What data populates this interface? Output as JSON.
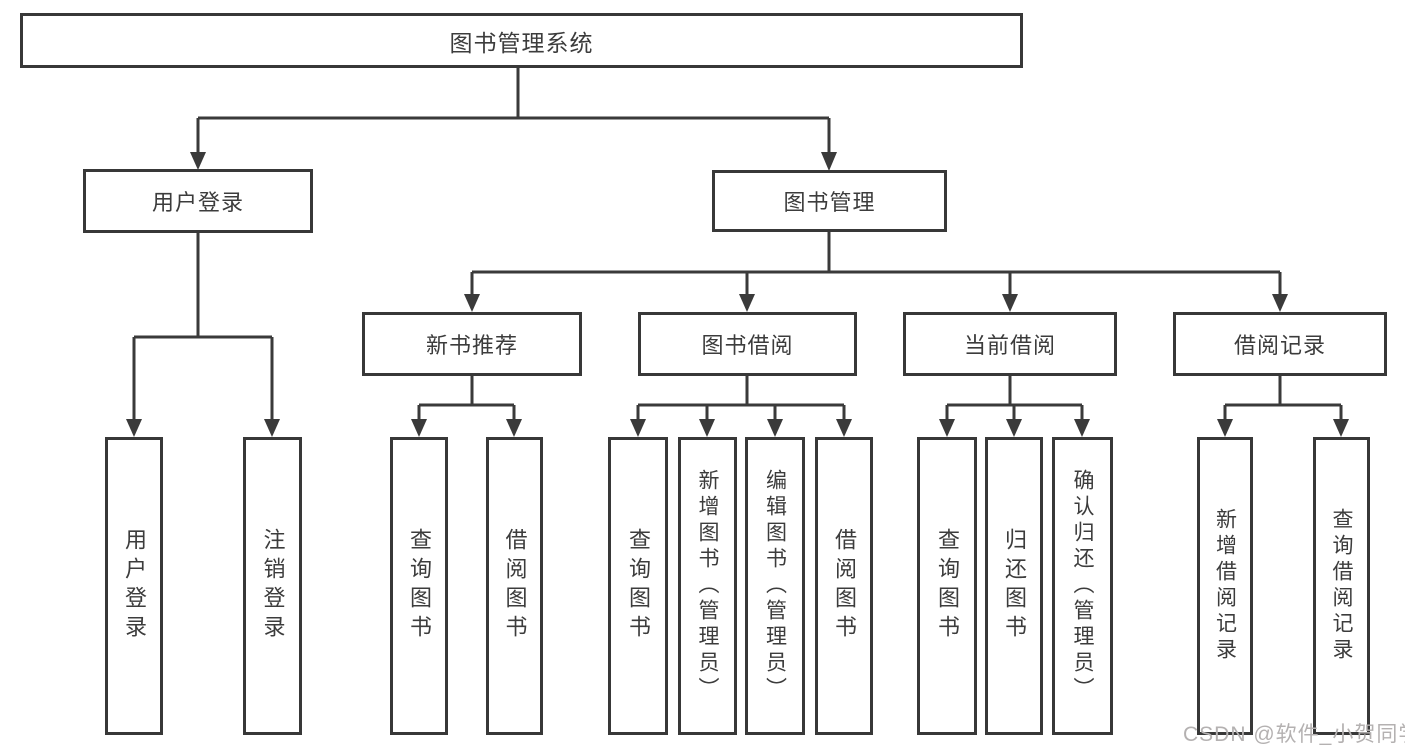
{
  "diagram": {
    "type": "hierarchy-tree",
    "title": "图书管理系统",
    "tree": {
      "label": "图书管理系统",
      "children": [
        {
          "label": "用户登录",
          "children": [
            {
              "label": "用户登录"
            },
            {
              "label": "注销登录"
            }
          ]
        },
        {
          "label": "图书管理",
          "children": [
            {
              "label": "新书推荐",
              "children": [
                {
                  "label": "查询图书"
                },
                {
                  "label": "借阅图书"
                }
              ]
            },
            {
              "label": "图书借阅",
              "children": [
                {
                  "label": "查询图书"
                },
                {
                  "label": "新增图书（管理员）"
                },
                {
                  "label": "编辑图书（管理员）"
                },
                {
                  "label": "借阅图书"
                }
              ]
            },
            {
              "label": "当前借阅",
              "children": [
                {
                  "label": "查询图书"
                },
                {
                  "label": "归还图书"
                },
                {
                  "label": "确认归还（管理员）"
                }
              ]
            },
            {
              "label": "借阅记录",
              "children": [
                {
                  "label": "新增借阅记录"
                },
                {
                  "label": "查询借阅记录"
                }
              ]
            }
          ]
        }
      ]
    },
    "colors": {
      "line": "#3a3a3a",
      "border": "#383838",
      "text": "#3c3c3c",
      "background": "#ffffff",
      "watermark": "#b4b1b1"
    }
  },
  "watermark": {
    "text": "CSDN @软件_小贺同学"
  }
}
